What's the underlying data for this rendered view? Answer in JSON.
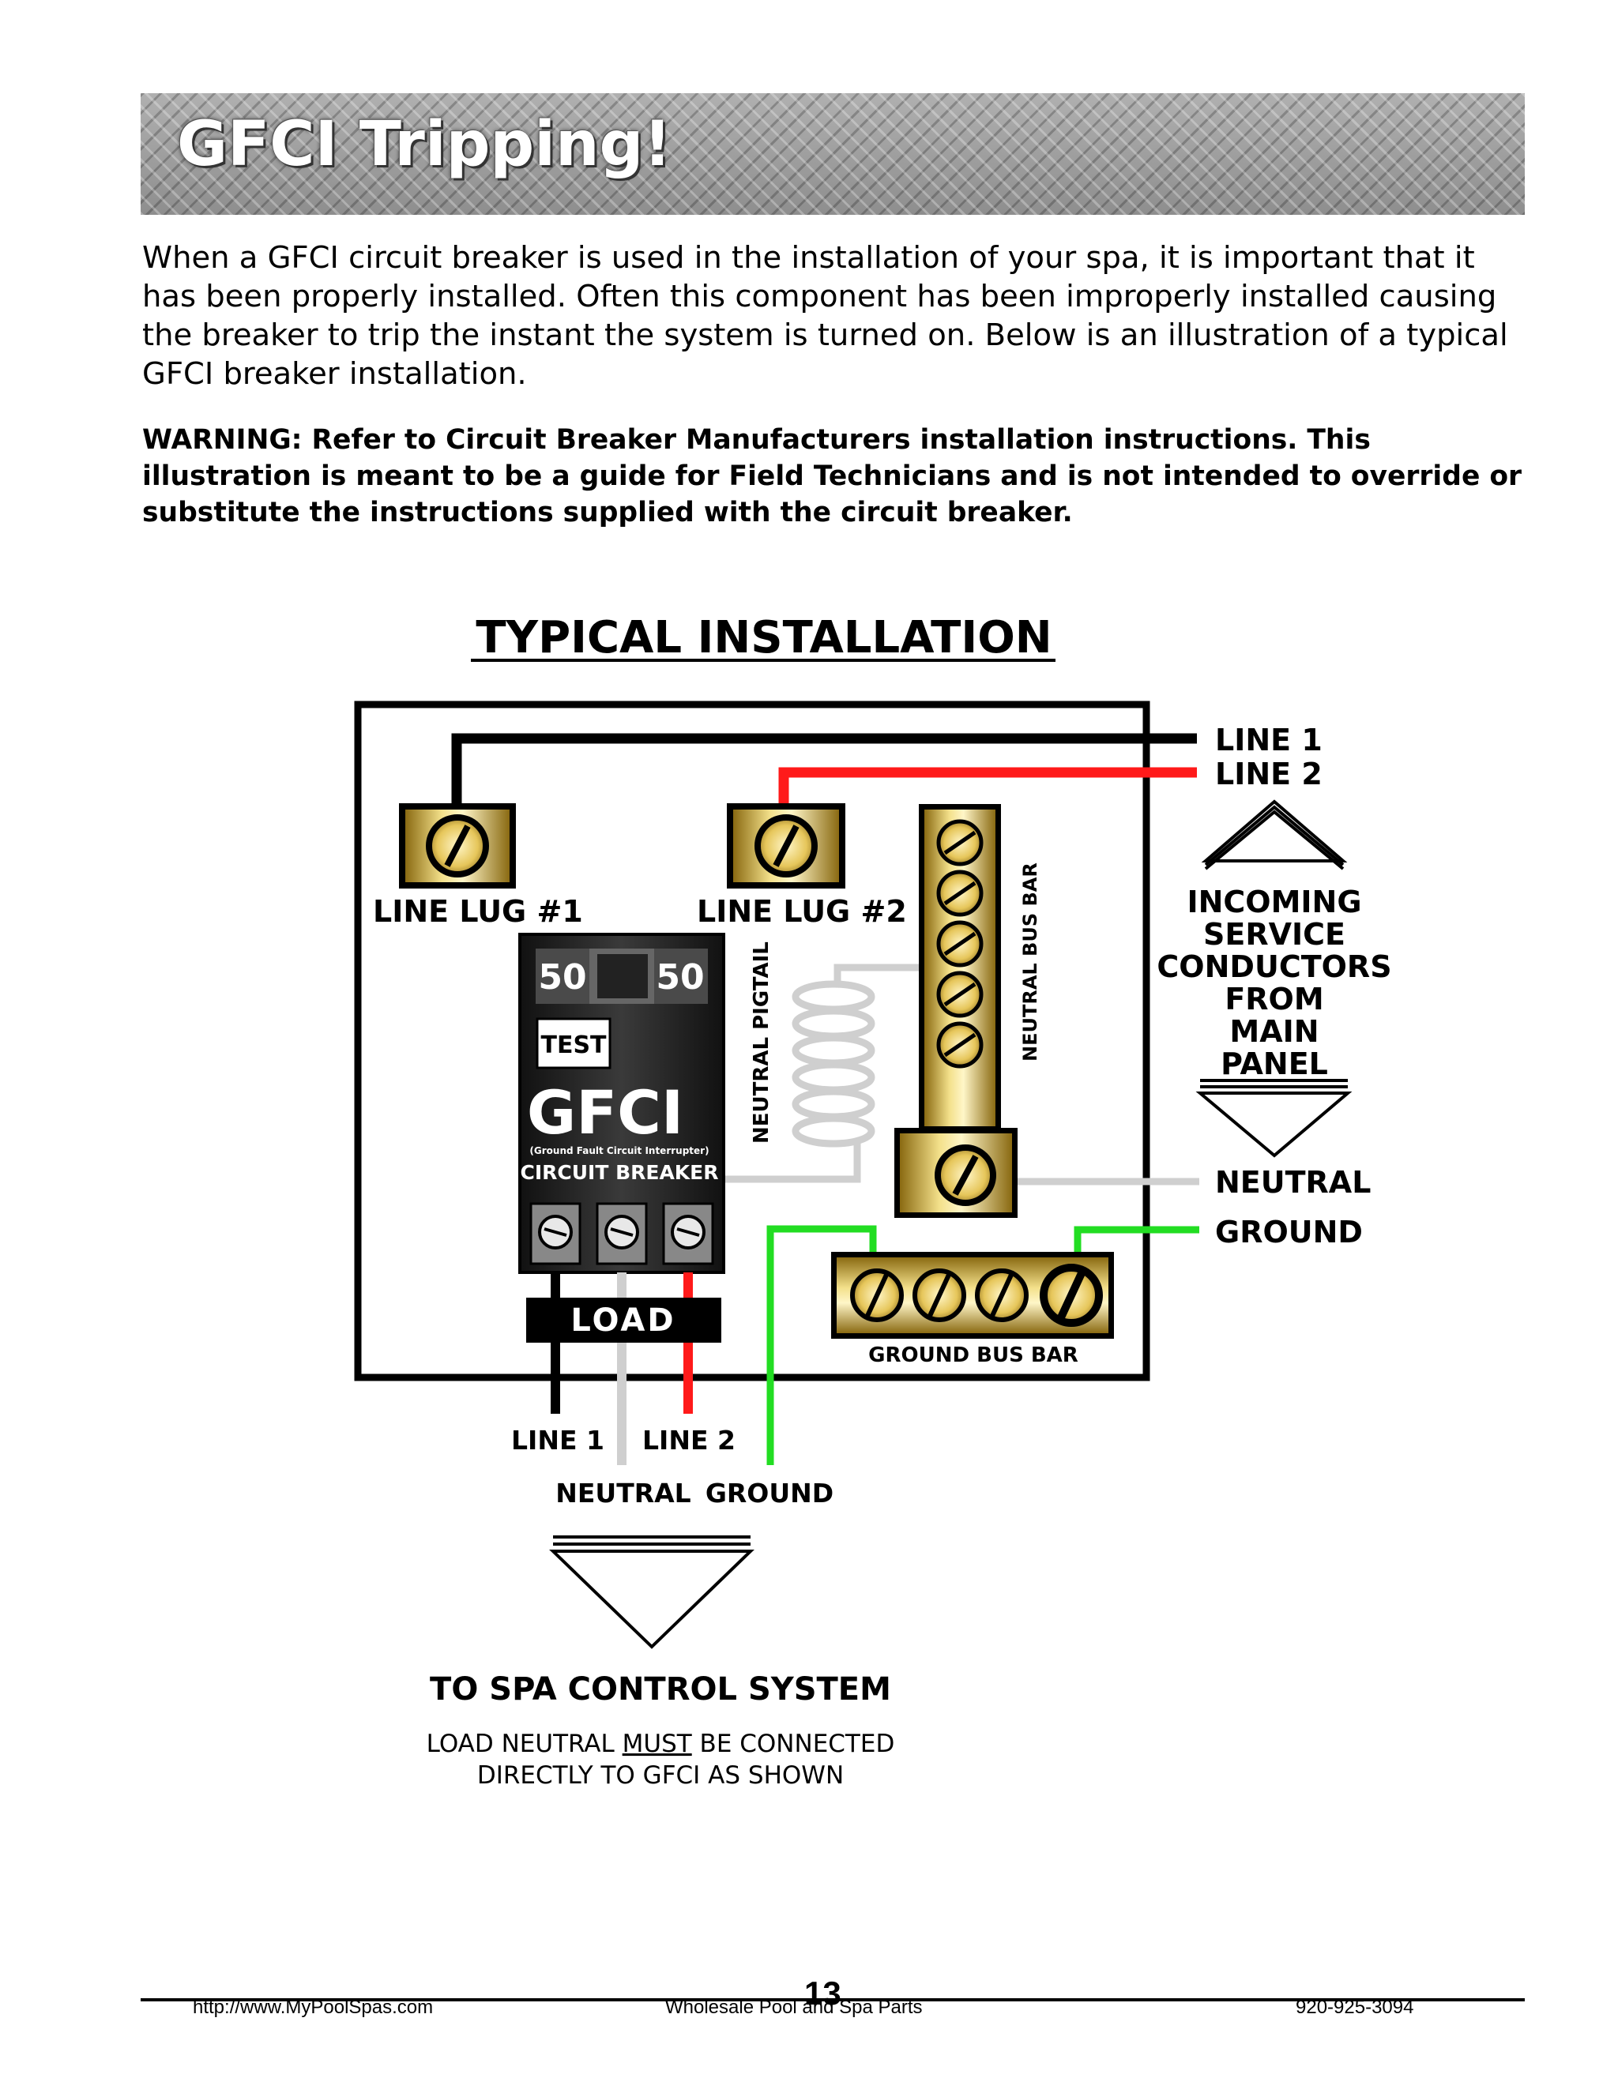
{
  "header": {
    "title": "GFCI Tripping!"
  },
  "intro": "When a GFCI circuit breaker is used in the installation of your spa, it is important that it has been properly installed. Often this component has been improperly installed causing the breaker to trip the instant the system is turned on. Below is an illustration of a typical GFCI breaker installation.",
  "warning": "WARNING: Refer to Circuit Breaker Manufacturers installation instructions. This illustration is meant to be a guide for Field Technicians and is not intended to override or substitute the instructions supplied with the circuit breaker.",
  "diagram": {
    "title": "TYPICAL INSTALLATION",
    "incoming_line1": "LINE 1",
    "incoming_line2": "LINE 2",
    "incoming_label": [
      "INCOMING",
      "SERVICE",
      "CONDUCTORS",
      "FROM",
      "MAIN",
      "PANEL"
    ],
    "line_lug_1": "LINE LUG #1",
    "line_lug_2": "LINE LUG #2",
    "neutral_pigtail": "NEUTRAL PIGTAIL",
    "neutral_bus_bar": "NEUTRAL BUS BAR",
    "neutral": "NEUTRAL",
    "ground": "GROUND",
    "ground_bus_bar": "GROUND BUS BAR",
    "breaker": {
      "rating_left": "50",
      "rating_right": "50",
      "test": "TEST",
      "name": "GFCI",
      "subtitle": "(Ground Fault Circuit Interrupter)",
      "type": "CIRCUIT BREAKER"
    },
    "load": "LOAD",
    "out_line1": "LINE 1",
    "out_line2": "LINE 2",
    "out_neutral": "NEUTRAL",
    "out_ground": "GROUND",
    "destination": "TO SPA CONTROL SYSTEM",
    "note_line1_a": "LOAD NEUTRAL ",
    "note_line1_b": "MUST",
    "note_line1_c": " BE CONNECTED",
    "note_line2": "DIRECTLY TO GFCI AS SHOWN",
    "colors": {
      "line1": "#000000",
      "line2": "#ff1a1a",
      "neutral": "#cccccc",
      "ground": "#22dd22",
      "brass": "#d9b84a"
    }
  },
  "footer": {
    "url": "http://www.MyPoolSpas.com",
    "company": "Wholesale Pool and Spa Parts",
    "page": "13",
    "phone": "920-925-3094"
  }
}
